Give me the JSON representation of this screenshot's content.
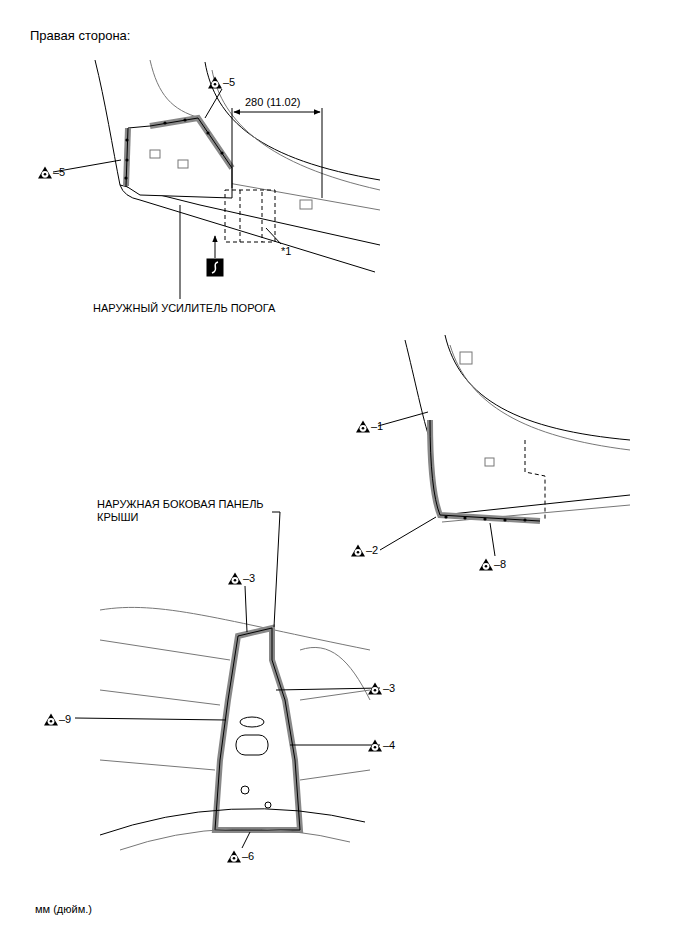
{
  "diagram": {
    "title": "Правая сторона:",
    "labels": [
      "–5",
      "–5",
      "280 (11.02)",
      "*1",
      "НАРУЖНЫЙ УСИЛИТЕЛЬ ПОРОГА",
      "–1",
      "–2",
      "–8",
      "НАРУЖНАЯ БОКОВАЯ ПАНЕЛЬ КРЫШИ",
      "–3",
      "–3",
      "–9",
      "–4",
      "–6",
      "мм (дюйм.)"
    ]
  }
}
